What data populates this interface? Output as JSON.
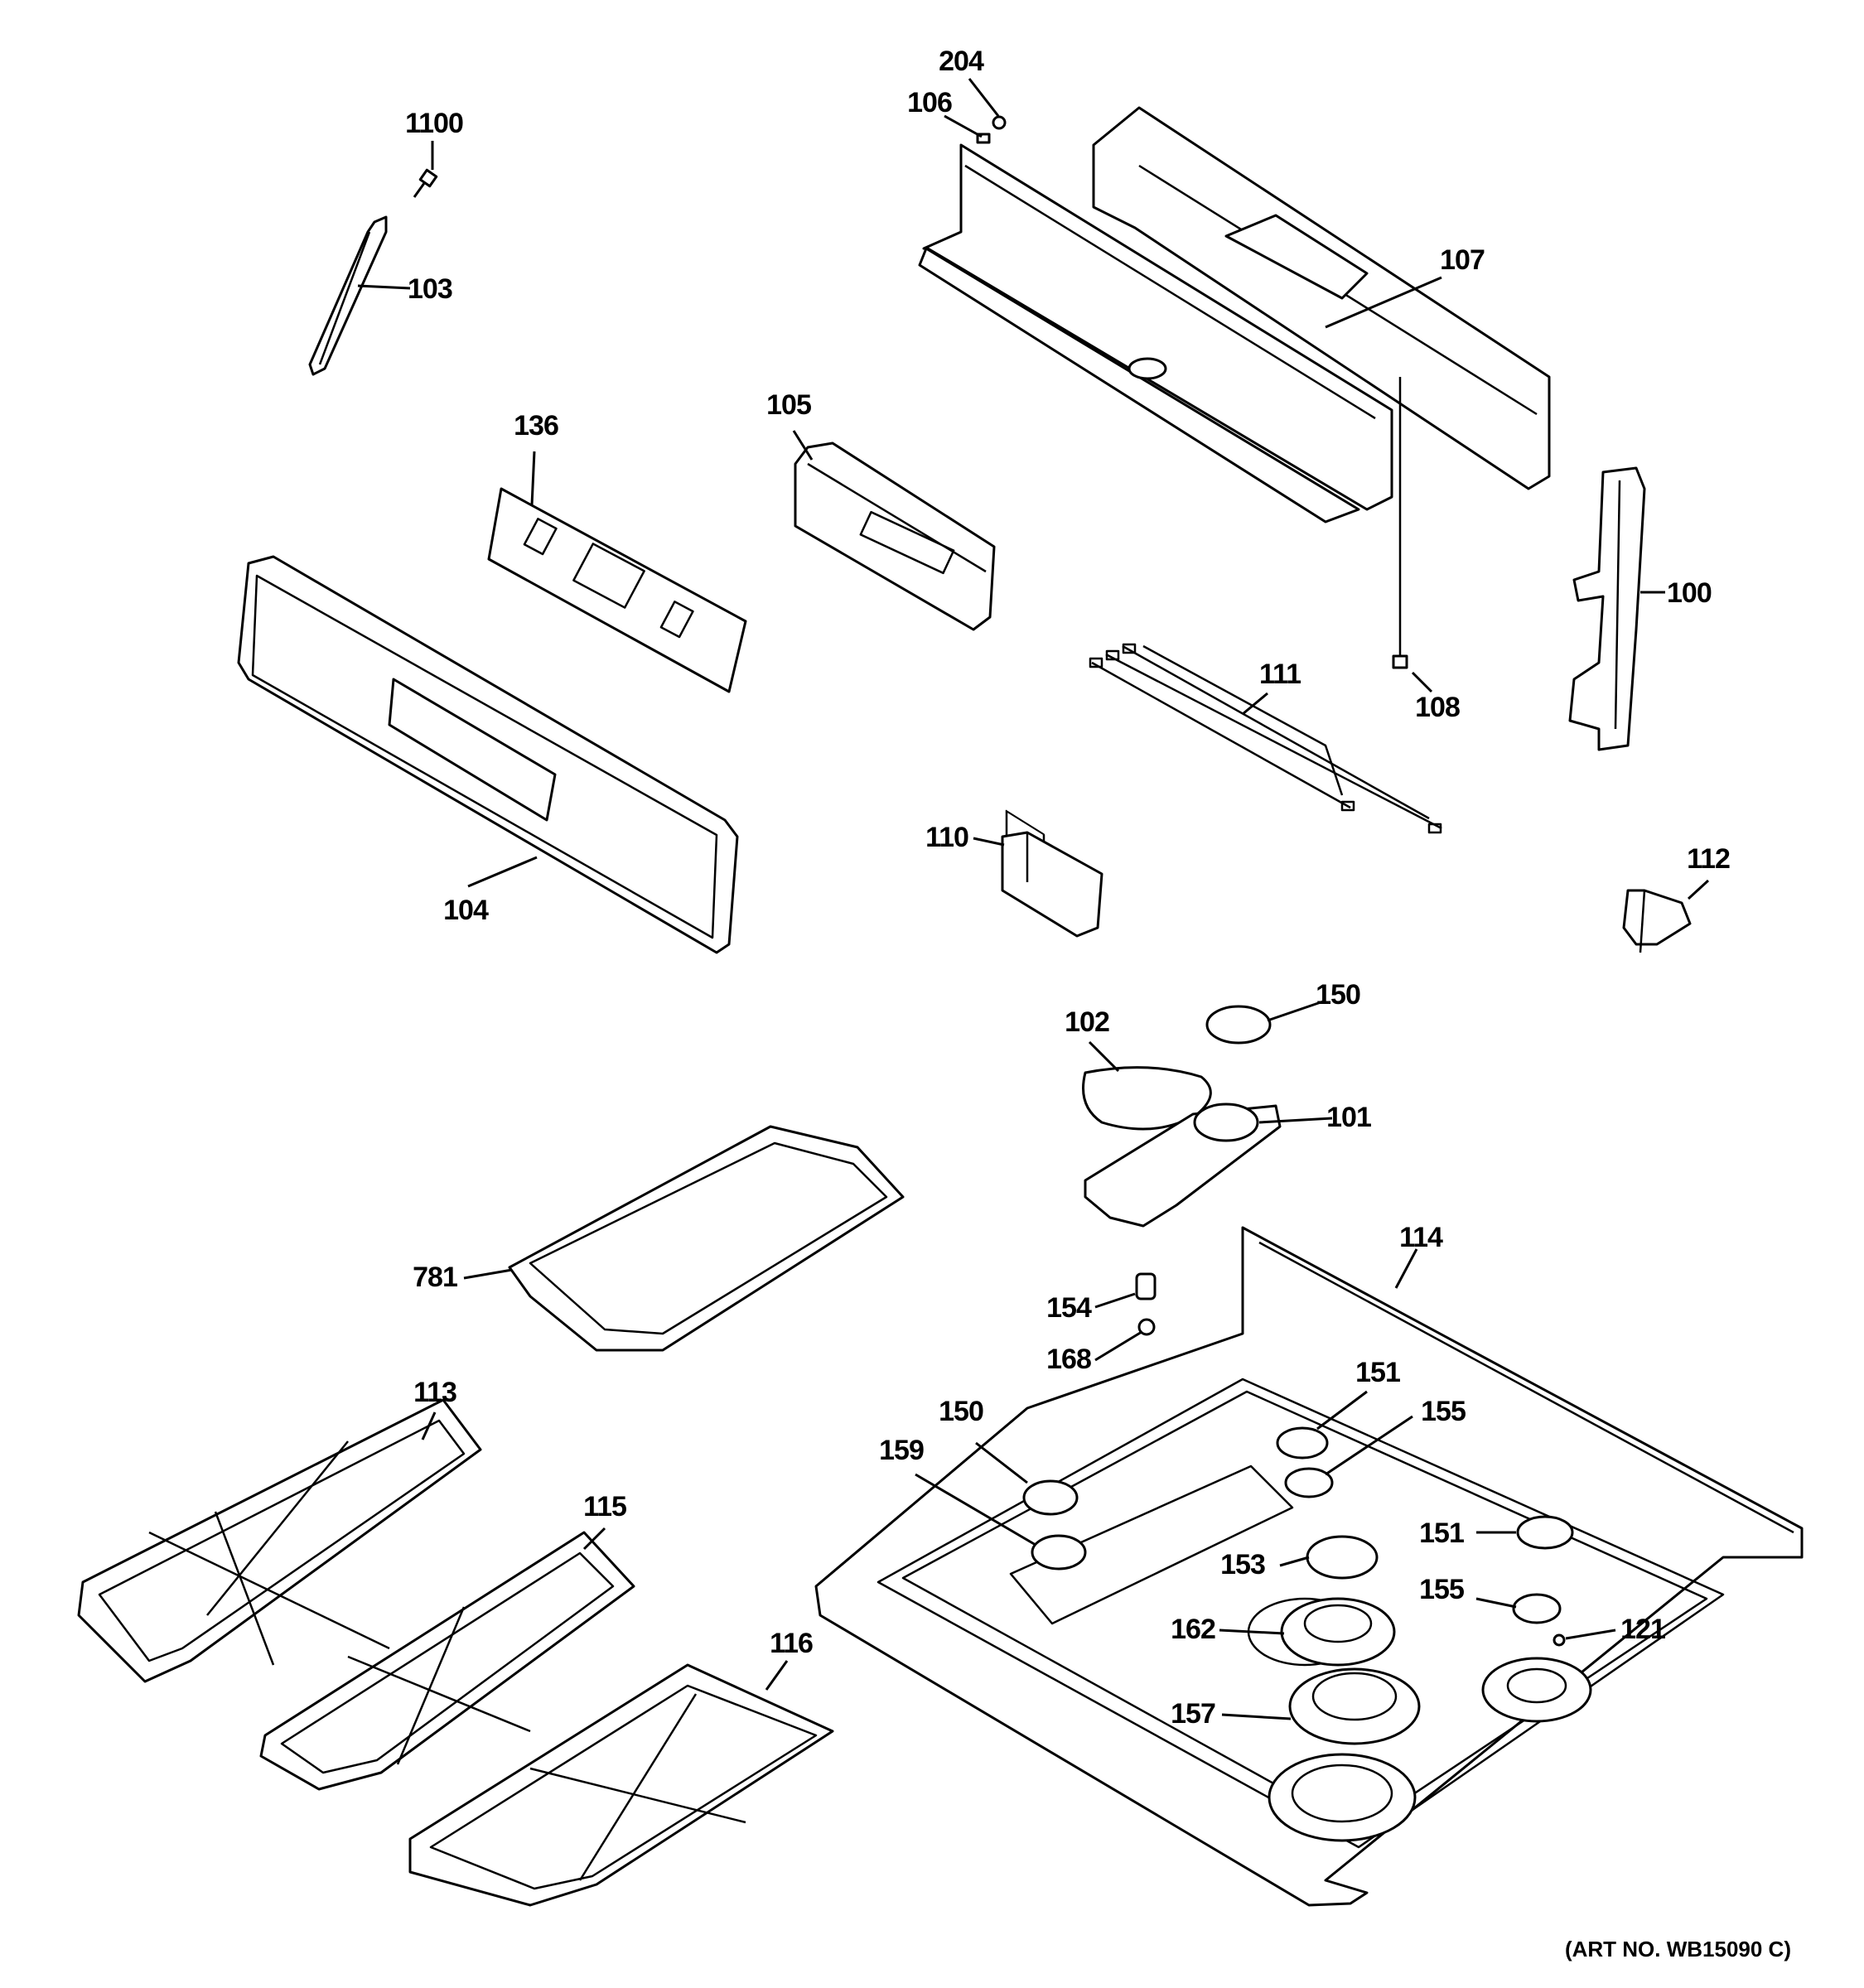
{
  "labels": {
    "p204": "204",
    "p106": "106",
    "p1100": "1100",
    "p107": "107",
    "p103": "103",
    "p136": "136",
    "p105": "105",
    "p100": "100",
    "p111": "111",
    "p108": "108",
    "p104": "104",
    "p110": "110",
    "p112": "112",
    "p150a": "150",
    "p102": "102",
    "p101": "101",
    "p114": "114",
    "p781": "781",
    "p154": "154",
    "p168": "168",
    "p113": "113",
    "p151a": "151",
    "p150b": "150",
    "p155a": "155",
    "p159": "159",
    "p115": "115",
    "p151b": "151",
    "p153": "153",
    "p155b": "155",
    "p162": "162",
    "p121": "121",
    "p116": "116",
    "p157": "157"
  },
  "art_number": "(ART NO. WB15090 C)"
}
